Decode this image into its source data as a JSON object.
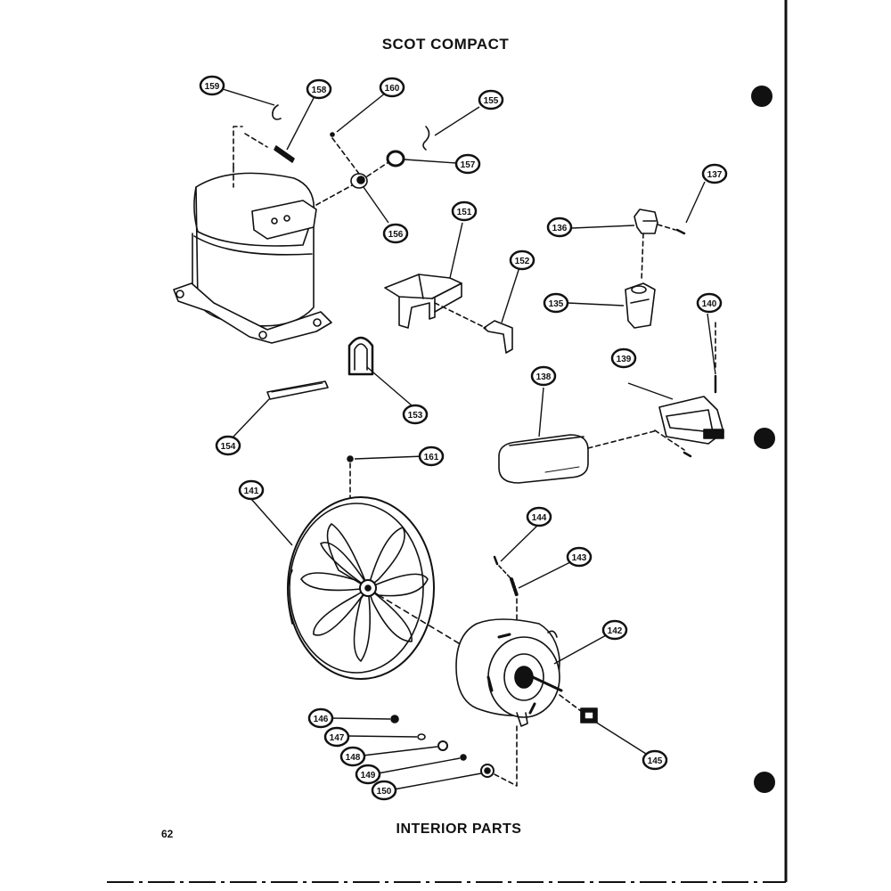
{
  "header": {
    "title": "SCOT COMPACT"
  },
  "footer": {
    "title": "INTERIOR PARTS",
    "page_number": "62"
  },
  "callouts": [
    {
      "id": "c159",
      "label": "159"
    },
    {
      "id": "c158",
      "label": "158"
    },
    {
      "id": "c160",
      "label": "160"
    },
    {
      "id": "c155",
      "label": "155"
    },
    {
      "id": "c157",
      "label": "157"
    },
    {
      "id": "c156",
      "label": "156"
    },
    {
      "id": "c151",
      "label": "151"
    },
    {
      "id": "c152",
      "label": "152"
    },
    {
      "id": "c136",
      "label": "136"
    },
    {
      "id": "c137",
      "label": "137"
    },
    {
      "id": "c135",
      "label": "135"
    },
    {
      "id": "c140",
      "label": "140"
    },
    {
      "id": "c153",
      "label": "153"
    },
    {
      "id": "c154",
      "label": "154"
    },
    {
      "id": "c138",
      "label": "138"
    },
    {
      "id": "c139",
      "label": "139"
    },
    {
      "id": "c161",
      "label": "161"
    },
    {
      "id": "c141",
      "label": "141"
    },
    {
      "id": "c144",
      "label": "144"
    },
    {
      "id": "c143",
      "label": "143"
    },
    {
      "id": "c142",
      "label": "142"
    },
    {
      "id": "c146a",
      "label": "146"
    },
    {
      "id": "c147",
      "label": "147"
    },
    {
      "id": "c148",
      "label": "148"
    },
    {
      "id": "c149",
      "label": "149"
    },
    {
      "id": "c150",
      "label": "150"
    },
    {
      "id": "c145",
      "label": "145"
    }
  ]
}
